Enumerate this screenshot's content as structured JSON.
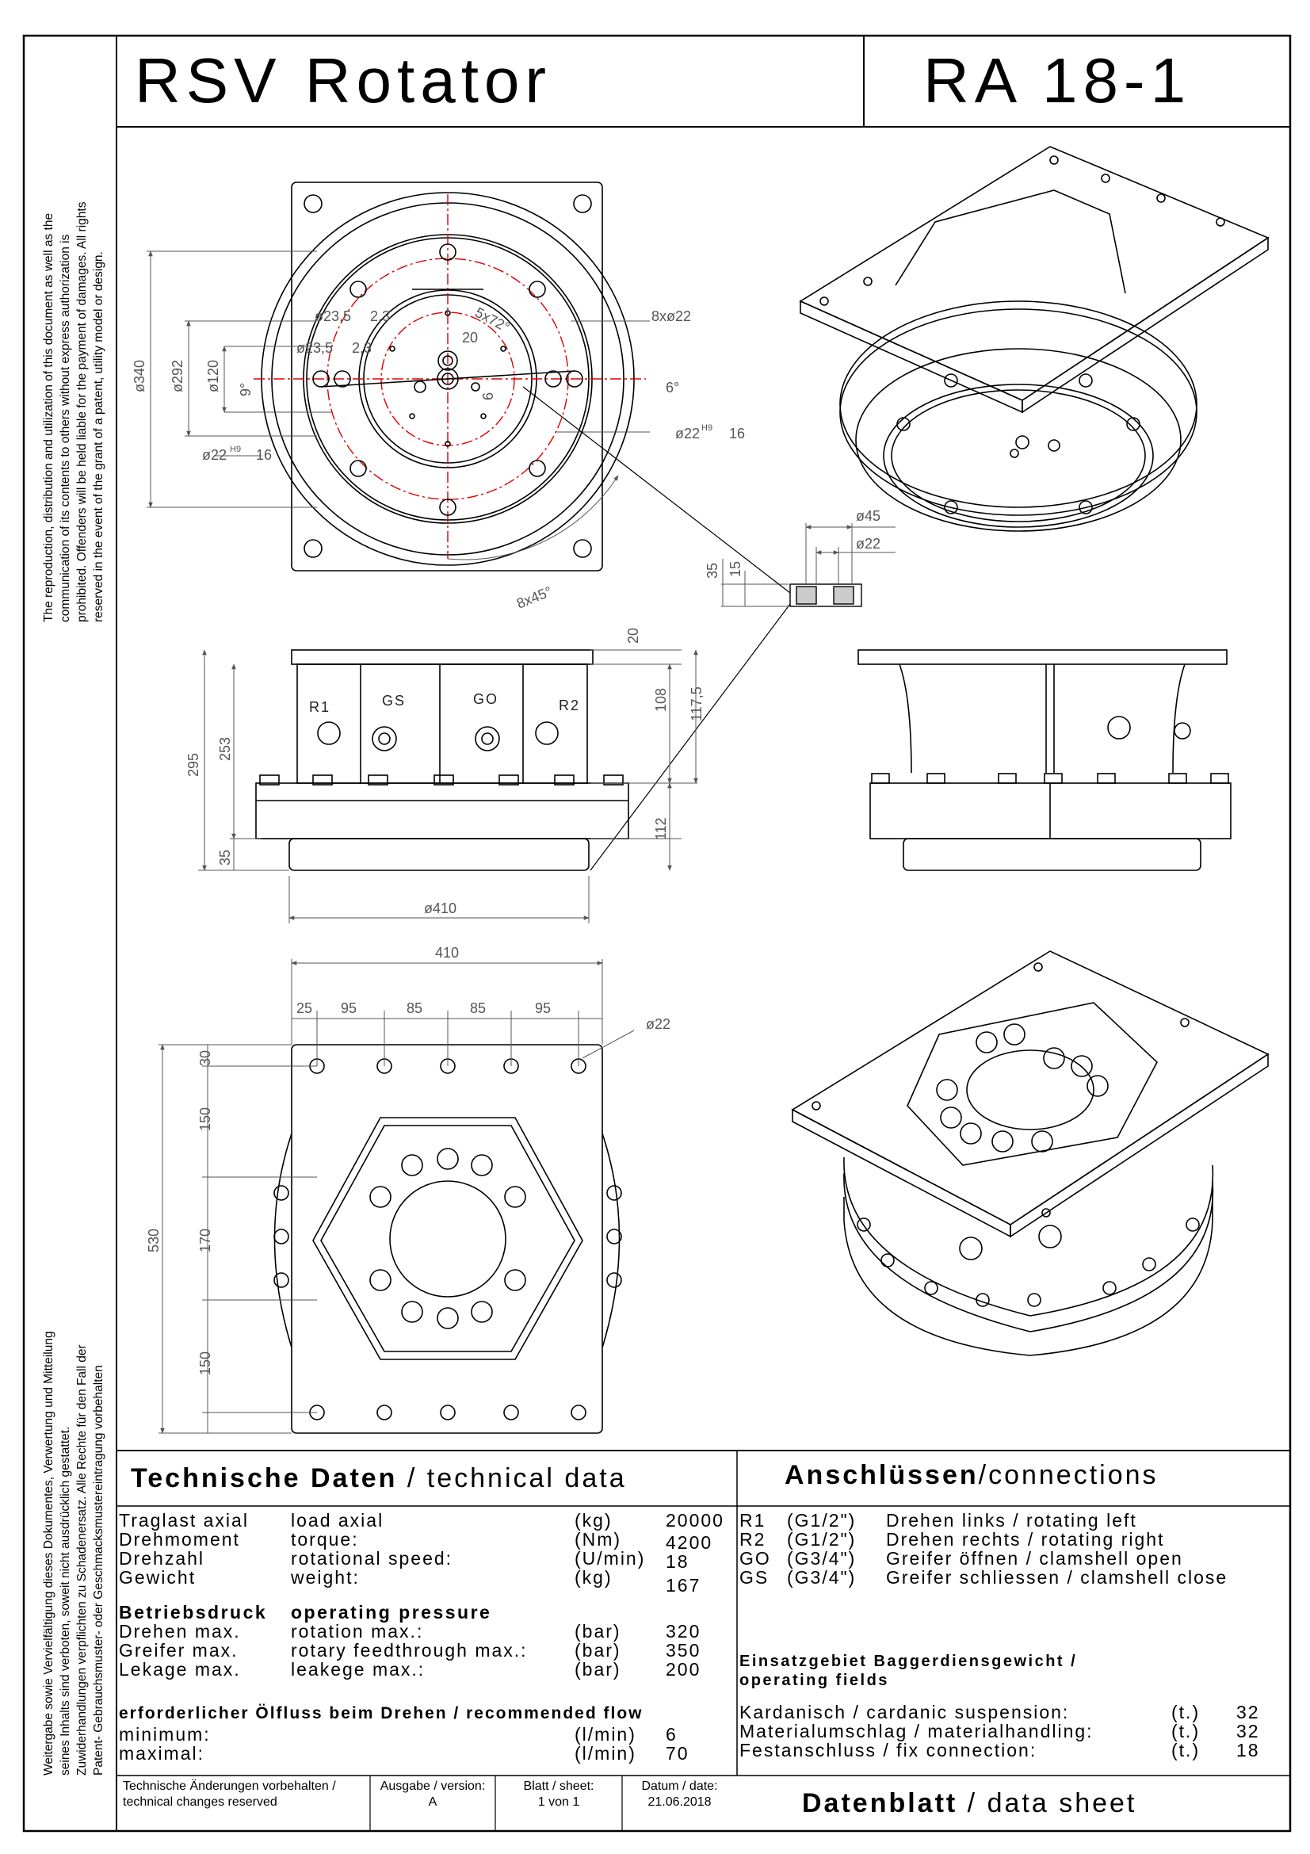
{
  "header": {
    "title": "RSV Rotator",
    "model": "RA 18-1"
  },
  "side_notes": {
    "english": [
      "The reproduction, distribution and utilization of this document as well as the",
      "communication of its contents to others without express authorization is",
      "prohibited. Offenders will be held liable for the payment of damages. All rights",
      "reserved in the event of the grant of a patent, utility model or design."
    ],
    "german": [
      "Weitergabe sowie Vervielfältigung dieses Dokumentes, Verwertung und Mitteilung",
      "seines Inhalts sind verboten, soweit nicht ausdrücklich gestattet.",
      "Zuwiderhandlungen verpflichten zu Schadenersatz. Alle Rechte für den Fall der",
      "Patent- Gebrauchsmuster- oder Geschmacksmustereintragung vorbehalten"
    ]
  },
  "drawing": {
    "top_view": {
      "d340": "ø340",
      "d292": "ø292",
      "d120": "ø120",
      "a9": "9°",
      "d23_1": "ø23,5",
      "d23_1b": "2,3",
      "d23_2": "ø23,5",
      "d23_2b": "2,3",
      "ang5": "5x72°",
      "v20": "20",
      "v6": "6",
      "holes": "8xø22",
      "a6": "6°",
      "d22h9_right": "ø22",
      "h9r": "H9",
      "depth_r": "16",
      "d22h9_left": "ø22",
      "h9l": "H9",
      "depth_l": "16",
      "ang8": "8x45°"
    },
    "detail": {
      "d45": "ø45",
      "d22": "ø22",
      "v35": "35",
      "v15": "15"
    },
    "side_view": {
      "v20": "20",
      "v108": "108",
      "v117": "117,5",
      "v112": "112",
      "v295": "295",
      "v253": "253",
      "v35": "35",
      "d410": "ø410",
      "labels": [
        "R1",
        "GS",
        "GO",
        "R2"
      ]
    },
    "bottom_view": {
      "w410": "410",
      "spacing": [
        "25",
        "95",
        "85",
        "85",
        "95"
      ],
      "d22": "ø22",
      "v30": "30",
      "v150a": "150",
      "v530": "530",
      "v170": "170",
      "v150b": "150"
    }
  },
  "technical": {
    "heading_bold": "Technische Daten",
    "heading_sep": " / ",
    "heading_light": "technical data",
    "rows": [
      {
        "de": "Traglast axial",
        "en": "load axial",
        "unit": "(kg)",
        "value": "20000"
      },
      {
        "de": "Drehmoment",
        "en": "torque:",
        "unit": "(Nm)",
        "value": "4200"
      },
      {
        "de": "Drehzahl",
        "en": "rotational speed:",
        "unit": "(U/min)",
        "value": "18"
      },
      {
        "de": "Gewicht",
        "en": "weight:",
        "unit": "(kg)",
        "value": "167"
      }
    ],
    "pressure_heading_de": "Betriebsdruck",
    "pressure_heading_en": "operating pressure",
    "pressure_rows": [
      {
        "de": "Drehen max.",
        "en": "rotation max.:",
        "unit": "(bar)",
        "value": "320"
      },
      {
        "de": "Greifer max.",
        "en": "rotary feedthrough max.:",
        "unit": "(bar)",
        "value": "350"
      },
      {
        "de": "Lekage max.",
        "en": "leakege max.:",
        "unit": "(bar)",
        "value": "200"
      }
    ],
    "flow_heading": "erforderlicher Ölfluss beim Drehen / recommended flow",
    "flow_rows": [
      {
        "label": "minimum:",
        "unit": "(l/min)",
        "value": "6"
      },
      {
        "label": "maximal:",
        "unit": "(l/min)",
        "value": "70"
      }
    ]
  },
  "connections": {
    "heading_bold": "Anschlüssen",
    "heading_sep": "/",
    "heading_light": "connections",
    "rows": [
      {
        "code": "R1",
        "thread": "(G1/2\")",
        "desc": "Drehen links / rotating left"
      },
      {
        "code": "R2",
        "thread": "(G1/2\")",
        "desc": "Drehen rechts / rotating right"
      },
      {
        "code": "GO",
        "thread": "(G3/4\")",
        "desc": "Greifer öffnen / clamshell open"
      },
      {
        "code": "GS",
        "thread": "(G3/4\")",
        "desc": "Greifer schliessen / clamshell close"
      }
    ],
    "fields_heading_1": "Einsatzgebiet Baggerdiensgewicht /",
    "fields_heading_2": "operating fields",
    "fields": [
      {
        "label": "Kardanisch / cardanic suspension:",
        "unit": "(t.)",
        "value": "32"
      },
      {
        "label": "Materialumschlag / materialhandling:",
        "unit": "(t.)",
        "value": "32"
      },
      {
        "label": "Festanschluss / fix connection:",
        "unit": "(t.)",
        "value": "18"
      }
    ]
  },
  "footer": {
    "changes_1": "Technische Änderungen vorbehalten /",
    "changes_2": "technical changes reserved",
    "version_label": "Ausgabe / version:",
    "version": "A",
    "sheet_label": "Blatt / sheet:",
    "sheet": "1 von 1",
    "date_label": "Datum / date:",
    "date": "21.06.2018",
    "datasheet_bold": "Datenblatt",
    "datasheet_sep": " / ",
    "datasheet_light": "data sheet"
  }
}
